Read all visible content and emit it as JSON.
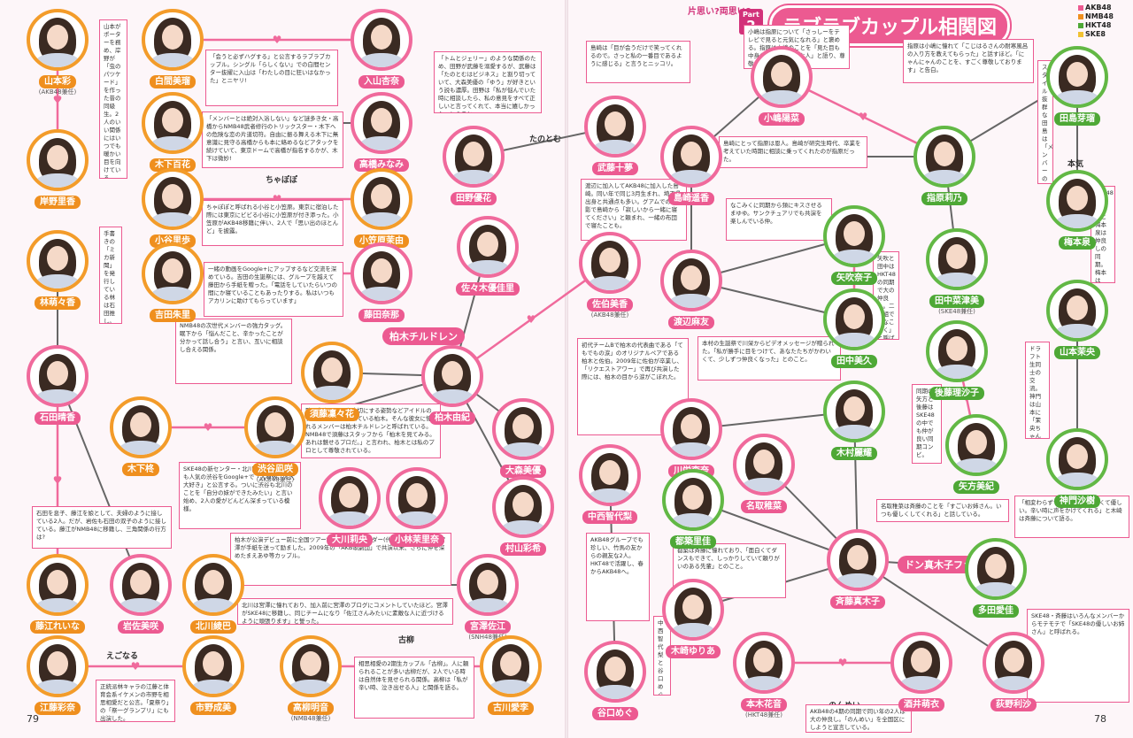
{
  "header": {
    "question": "片思い?両思い?",
    "part_label": "Part",
    "part_number": "2",
    "title": "ラブラブカップル相関図"
  },
  "legend": [
    {
      "label": "AKB48",
      "color": "#ec5a91"
    },
    {
      "label": "NMB48",
      "color": "#ef8f1e"
    },
    {
      "label": "HKT48",
      "color": "#4ea836"
    },
    {
      "label": "SKE8",
      "color": "#f1c232"
    }
  ],
  "page_numbers": {
    "left": "79",
    "right": "78"
  },
  "colors": {
    "akb": "#ec5a91",
    "nmb": "#ef8f1e",
    "hkt": "#4ea836",
    "link": "#666666",
    "heart": "#f06a9c"
  },
  "members": [
    {
      "id": "yamamoto_sayaka",
      "name": "山本彩",
      "group": "(AKB48兼任)",
      "team": "nmb"
    },
    {
      "id": "shiroma_miru",
      "name": "白間美瑠",
      "group": "",
      "team": "nmb"
    },
    {
      "id": "iriyama_anna",
      "name": "入山杏奈",
      "group": "",
      "team": "akb"
    },
    {
      "id": "kishino_rika",
      "name": "岸野里香",
      "group": "",
      "team": "nmb"
    },
    {
      "id": "kinoshita_momoka",
      "name": "木下百花",
      "group": "",
      "team": "nmb"
    },
    {
      "id": "takahashi_minami",
      "name": "高橋みなみ",
      "group": "",
      "team": "akb"
    },
    {
      "id": "ogino_yuka",
      "name": "小谷里歩",
      "group": "(AKB48兼任)",
      "team": "nmb"
    },
    {
      "id": "kojima_mako",
      "name": "小笠原茉由",
      "group": "",
      "team": "nmb"
    },
    {
      "id": "yoshida_akari",
      "name": "吉田朱里",
      "group": "",
      "team": "nmb"
    },
    {
      "id": "fujita_nana",
      "name": "藤田奈那",
      "group": "",
      "team": "akb"
    },
    {
      "id": "hayashi_moe",
      "name": "林萌々香",
      "group": "",
      "team": "nmb"
    },
    {
      "id": "tano_yuka",
      "name": "田野優花",
      "group": "",
      "team": "akb"
    },
    {
      "id": "sasaki_yukari",
      "name": "佐々木優佳里",
      "group": "",
      "team": "akb"
    },
    {
      "id": "ishida_haruka",
      "name": "石田晴香",
      "group": "",
      "team": "akb"
    },
    {
      "id": "sudou_nana",
      "name": "須藤凜々花",
      "group": "",
      "team": "nmb"
    },
    {
      "id": "kashiwagi_yuki",
      "name": "柏木由紀",
      "group": "",
      "team": "akb"
    },
    {
      "id": "kinoshita_hiragi",
      "name": "木下柊",
      "group": "",
      "team": "nmb"
    },
    {
      "id": "shibuya_nagisa",
      "name": "渋谷凪咲",
      "group": "(AKB48兼任)",
      "team": "nmb"
    },
    {
      "id": "omori_miyu",
      "name": "大森美優",
      "group": "",
      "team": "akb"
    },
    {
      "id": "okawa_rio",
      "name": "大川莉央",
      "group": "",
      "team": "akb"
    },
    {
      "id": "kobayashi_marina",
      "name": "小林茉里奈",
      "group": "",
      "team": "akb"
    },
    {
      "id": "murayama_yuiri",
      "name": "村山彩希",
      "group": "",
      "team": "akb"
    },
    {
      "id": "fujie_reina",
      "name": "藤江れいな",
      "group": "",
      "team": "nmb"
    },
    {
      "id": "iwasa_misaki",
      "name": "岩佐美咲",
      "group": "",
      "team": "akb"
    },
    {
      "id": "kitagawa_ryoha",
      "name": "北川綾巴",
      "group": "",
      "team": "nmb"
    },
    {
      "id": "miyazawa_sae",
      "name": "宮澤佐江",
      "group": "(SNH48兼任)",
      "team": "akb"
    },
    {
      "id": "eto_kanna",
      "name": "江藤彩奈",
      "group": "",
      "team": "nmb"
    },
    {
      "id": "ichino_narumi",
      "name": "市野成美",
      "group": "",
      "team": "nmb"
    },
    {
      "id": "takashiba_akari",
      "name": "高柳明音",
      "group": "(NMB48兼任)",
      "team": "nmb"
    },
    {
      "id": "furukawa_airi",
      "name": "古川愛李",
      "group": "",
      "team": "nmb"
    },
    {
      "id": "muto_tomu",
      "name": "武藤十夢",
      "group": "",
      "team": "akb"
    },
    {
      "id": "sashihara_rino",
      "name": "指原莉乃",
      "group": "",
      "team": "hkt"
    },
    {
      "id": "kojima_haruna",
      "name": "小嶋陽菜",
      "group": "",
      "team": "akb"
    },
    {
      "id": "shimazaki_haruka",
      "name": "島崎遥香",
      "group": "",
      "team": "akb"
    },
    {
      "id": "tashima_meru",
      "name": "田島芽瑠",
      "group": "",
      "team": "hkt"
    },
    {
      "id": "umemoto_izumi",
      "name": "梅本泉",
      "group": "",
      "team": "hkt"
    },
    {
      "id": "sashihara_arisa",
      "name": "佐伯美香",
      "group": "(AKB48兼任)",
      "team": "akb"
    },
    {
      "id": "watanabe_mayu",
      "name": "渡辺麻友",
      "group": "",
      "team": "akb"
    },
    {
      "id": "yabuki_nako",
      "name": "矢吹奈子",
      "group": "",
      "team": "hkt"
    },
    {
      "id": "tanaka_natsumi",
      "name": "田中菜津美",
      "group": "(SKE48兼任)",
      "team": "hkt"
    },
    {
      "id": "tanaka_miku",
      "name": "田中美久",
      "group": "",
      "team": "hkt"
    },
    {
      "id": "yamamoto_mao",
      "name": "山本茉央",
      "group": "",
      "team": "hkt"
    },
    {
      "id": "goto_rikako",
      "name": "後藤理沙子",
      "group": "",
      "team": "hkt"
    },
    {
      "id": "kawaei_rina",
      "name": "川栄李奈",
      "group": "",
      "team": "akb"
    },
    {
      "id": "kimura_mayu",
      "name": "木村麗耀",
      "group": "",
      "team": "hkt"
    },
    {
      "id": "yabuki_miki",
      "name": "矢方美紀",
      "group": "",
      "team": "hkt"
    },
    {
      "id": "kamiya_sayaka",
      "name": "神門沙樹",
      "group": "",
      "team": "hkt"
    },
    {
      "id": "nakanishi_chiyori",
      "name": "中西智代梨",
      "group": "",
      "team": "akb"
    },
    {
      "id": "natori_wakana",
      "name": "名取稚菜",
      "group": "",
      "team": "akb"
    },
    {
      "id": "tsurusaki_sato",
      "name": "都築里佳",
      "group": "",
      "team": "hkt"
    },
    {
      "id": "saito_makiko",
      "name": "斉藤真木子",
      "group": "",
      "team": "akb"
    },
    {
      "id": "kizaki_yuria",
      "name": "木崎ゆりあ",
      "group": "",
      "team": "akb"
    },
    {
      "id": "tada_aika",
      "name": "多田愛佳",
      "group": "",
      "team": "hkt"
    },
    {
      "id": "taniguchi_megu",
      "name": "谷口めぐ",
      "group": "",
      "team": "akb"
    },
    {
      "id": "motomura_aoi",
      "name": "本木花音",
      "group": "(HKT48兼任)",
      "team": "akb"
    },
    {
      "id": "sakai_moeno",
      "name": "酒井萌衣",
      "group": "",
      "team": "akb"
    },
    {
      "id": "ogino_yuka2",
      "name": "荻野利沙",
      "group": "",
      "team": "akb"
    }
  ],
  "descriptions": [
    {
      "id": "d1",
      "text": "「会うと必ずハグする」と公言するラブラブカップル。シングル「らしくない」での白間センター抜擢に入山は「わたしの目に狂いはなかった」とニヤリ!"
    },
    {
      "id": "d2",
      "text": "山本がポーターを務め、岸野が「虫のパツケード」を作った昔の同級生。2人のいい関係にはいつでも暖かい目を向けている"
    },
    {
      "id": "d3",
      "text": "「メンバーとは絶対入浴しない」など謎多き女・高橋からNMB48武者修行のトリックスター・木下への危険な恋の片道切符。自由に振る舞える木下に無意識に見守る高橋からも本に絡めるなどアタックを続けていて、東京ドームで高橋が指名するかが、木下は微妙!"
    },
    {
      "id": "d4",
      "text": "「トムとジェリー」のような関係のため、田野が武藤を溺愛するが、武藤は「たのとむはビジネス」と割り切っていて、大森美優の「ゆう」が好きという説も濃厚。田野は「私が悩んでいた時に相談したら、私の意見をすべて正しいと言ってくれて、本当に嬉しかった」とのこと。"
    },
    {
      "id": "d5",
      "text": "ちゃぽぽと呼ばれる小谷と小笠原。東京に宿泊した際には東京にビビる小谷に小笠原が付き添った。小笠原がAKB48移籍に伴い、2人で「思い出のほとんど」を披露。"
    },
    {
      "id": "d6",
      "text": "一緒の動画をGoogle+にアップするなど交流を深めている。吉田の生誕祭には、グループを越えて藤田から手紙を贈った。「電話をしていたらいつの間にか寝ていることもあったりする。私はいつもアカリンに助けてもらっています」"
    },
    {
      "id": "d7",
      "text": "NMB48の次世代メンバーの強力タッグ。眠下から「悩んだこと、辛かったことが分かって話し合う」と言い、互いに相談し合える関係。"
    },
    {
      "id": "d8",
      "text": "手書きの「ミカ新聞」を発行している林は石田推し。石田の生誕祭ではNMB48で流れる人気な表れで、「にみぞい(みるみい)」に決定!"
    },
    {
      "id": "d9",
      "text": "歌唱力やファンを大切にする姿勢などアイドルのプロとして尊敬されている柏木。そんな彼女に憧れるメンバーは柏木チルドレンと呼ばれている。NMB48で須藤はスタッフから「柏木を見てみる。あれは魅せるプロだ。」と言われ、柏木とは私のプロとして尊敬されている。"
    },
    {
      "id": "d10",
      "text": "SKE48の新センター・北川は、小説連載でも人気の渋谷をGoogle+で「大尊敬、大大大好き」と公言する。ついに渋谷も北川のことを「自分の妹ができたみたい」と言い始め、2人の愛がどんどん深まっている模様。"
    },
    {
      "id": "d11",
      "text": "柏木が公演デビュー前に全国ツアーで大島優子のアンダー(代役)をやった際に、宮澤が手紙を送って励ました。2009年の「AKB歌劇団」で共演以来、さらに仲を深めたまえあゆ等カップル。"
    },
    {
      "id": "d12",
      "text": "北川は宮澤に憧れており、加入前に宮澤のブログにコメントしていたほど。宮澤がSKE48に移籍し、同じチームになり「佐江さんみたいに素敵な人に近づけるように頑張ります」と誓った。"
    },
    {
      "id": "d13",
      "text": "石田を息子、藤江を娘として、夫婦のように接している2人。だが、岩佐も石田の双子のように接している。藤江がNMB48に移籍し、三角関係の行方は?"
    },
    {
      "id": "d14",
      "text": "正統派林キャラの江藤と体育会系イケメンの市野を相思相愛だと公言。「夏祭り」の「祭一グランプリ」にも出演した。"
    },
    {
      "id": "d15",
      "text": "相思相愛の2期生カップル「古柳」。人に頼られることが多い古柳だが、2人でいる時は自然体を見せられる関係。高柳は「私が辛い時、泣き出せる人」と関係を語る。"
    },
    {
      "id": "d16",
      "text": "島崎は「目が会うだけで笑ってくれるので。さっと私の一番目であるように感じる」と言うとニッコリ。"
    },
    {
      "id": "d17",
      "text": "小嶋は指原について「さっしーをテレビで見ると元気になれる」と褒める。指原は小嶋のことを「見た目も中身も大好き、完璧な人」と語り、尊敬の念を抱いている。"
    },
    {
      "id": "d18",
      "text": "指原は小嶋に憧れて「こじはるさんの耐寒風呂の入り方を教えてもらった」と話すほど。「にゃんにゃんのことを、すごく尊敬しております」と告白。"
    },
    {
      "id": "d19",
      "text": "渡辺に加入してAKB48に加入した島崎。同い年で同じ3月生まれ、埼玉県出身と共通点も多い。グアムでの撮影で島崎から「寂しいから一緒に寝てください」と頼まれ、一緒の布団で寝たことも。"
    },
    {
      "id": "d20",
      "text": "島崎にとって指原は恩人。島崎が研究生時代、卒業を考えていた時期に相談に乗ってくれたのが指原だった。"
    },
    {
      "id": "d21",
      "text": "なこみくに同期から頻にキスさせるまゆゆ。サンクチュアリでも共演を楽しんでいる仲。"
    },
    {
      "id": "d22",
      "text": "矢吹と田中はHKT48の同期で大の仲良し。二人組で「なこみく」と呼ばれ、指原も共演を推している。"
    },
    {
      "id": "d23",
      "text": "HKT48の田島芽瑠と梅本泉は仲良しの同期。梅本は「芽瑠ちゃんは本気で大好き」と公言。"
    },
    {
      "id": "d24",
      "text": "スタイル抜群な田島は「メンバーの一番かわいいのは芽瑠」と公言。梅本も田島のことを大切に思っている。"
    },
    {
      "id": "d25",
      "text": "本村の生誕祭で川栄からビデオメッセージが贈られた。「私が勝手に目をつけて、あなたたちがかわいくて、少しずつ仲良くなった」とのこと。"
    },
    {
      "id": "d26",
      "text": "初代チームBで柏木の代表曲である「てもでもの涙」のオリジナルペアである柏木と佐伯。2009年に佐伯が卒業し、「リクエストアワー」で再び共演した際には、柏木の目から涙がこぼれた。"
    },
    {
      "id": "d27",
      "text": "同期の矢方と後藤はSKE48の中でも仲が良い同期コンビ。"
    },
    {
      "id": "d28",
      "text": "ドラフト生同士の交流。神門は山本に「茉央ちゃんが大好き」と猛アピール中。"
    },
    {
      "id": "d29",
      "text": "名取稚菜は斉藤のことを「すごいお姉さん。いつも優しくしてくれる」と話している。"
    },
    {
      "id": "d30",
      "text": "「相変わらずすごい女の子っぽくて優しい。辛い時に声をかけてくれる」と木崎は斉藤について語る。"
    },
    {
      "id": "d31",
      "text": "AKB48グループでも珍しい、竹馬の友からの親友な2人。HKT48で活躍し、春からAKB48へ。"
    },
    {
      "id": "d32",
      "text": "都築は斉藤に憧れており、「面白くてダンスもできて、しっかりしていて頼りがいのある先輩」とのこと。"
    },
    {
      "id": "d33",
      "text": "SKE48・斉藤はいろんなメンバーからモテモテで「SKE48の優しいお姉さん」と呼ばれる。"
    },
    {
      "id": "d34",
      "text": "AKB48の4期の同期で同い年の2人は大の仲良し。「のんめい」を全国区にしようと宣言している。"
    },
    {
      "id": "d35",
      "text": "中西智代梨と谷口めぐは同じ事務所の先輩後輩。谷口は中西のことを「お姉ちゃん」と呼ぶ。"
    }
  ],
  "labels": [
    {
      "id": "l_chapopo",
      "text": "ちゃぽぽ"
    },
    {
      "id": "l_tanotomu",
      "text": "たのとむ"
    },
    {
      "id": "l_honki",
      "text": "本気"
    },
    {
      "id": "l_akogare",
      "text": "憧れ"
    },
    {
      "id": "l_furuyanagi",
      "text": "古柳"
    },
    {
      "id": "l_ekonaru",
      "text": "えごなる"
    },
    {
      "id": "l_nonmei",
      "text": "のんめい"
    }
  ],
  "families": {
    "kashiwagi": "柏木チルドレン",
    "saito": "ドン真木子ファミリー"
  }
}
